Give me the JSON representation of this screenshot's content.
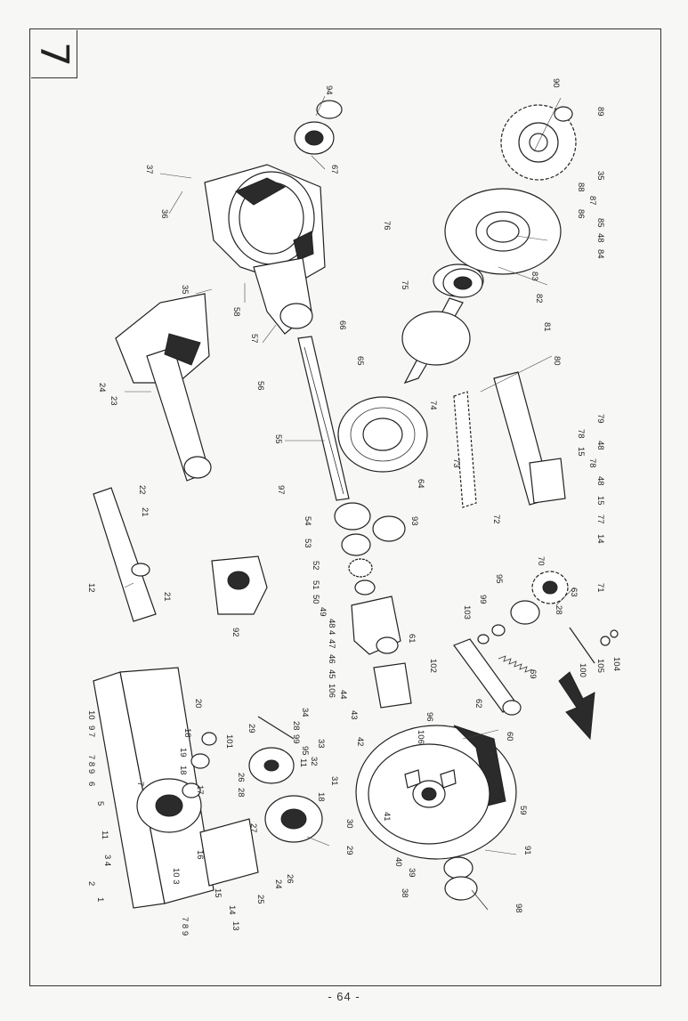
{
  "section": "7",
  "page_number": "- 64 -",
  "parts": {
    "p1": "1",
    "p2": "2",
    "p3": "3",
    "p4": "4",
    "p5": "5",
    "p6": "6",
    "p7": "7",
    "p7b": "7",
    "p8": "8",
    "p9": "9",
    "p10": "10",
    "p10_3": "10 3",
    "p11": "11",
    "p11b": "11",
    "p12": "12",
    "p13": "13",
    "p14": "14",
    "p14b": "14",
    "p15": "15",
    "p15b": "15",
    "p16": "16",
    "p17": "17",
    "p18": "18",
    "p18b": "18",
    "p18c": "18",
    "p19": "19",
    "p20": "20",
    "p21": "21",
    "p21b": "21",
    "p22": "22",
    "p23": "23",
    "p24": "24",
    "p24b": "24",
    "p25": "25",
    "p26": "26",
    "p26b": "26",
    "p27": "27",
    "p28": "28",
    "p28b": "28",
    "p28c": "28",
    "p29": "29",
    "p29b": "29",
    "p30": "30",
    "p31": "31",
    "p32": "32",
    "p33": "33",
    "p34": "34",
    "p35": "35",
    "p35b": "35",
    "p36": "36",
    "p37": "37",
    "p38": "38",
    "p39": "39",
    "p40": "40",
    "p41": "41",
    "p42": "42",
    "p43": "43",
    "p44": "44",
    "p45": "45",
    "p46": "46",
    "p47": "47",
    "p48": "48",
    "p48b": "48",
    "p48c": "48",
    "p49": "49",
    "p50": "50",
    "p51": "51",
    "p52": "52",
    "p53": "53",
    "p54": "54",
    "p55": "55",
    "p56": "56",
    "p57": "57",
    "p58": "58",
    "p59": "59",
    "p60": "60",
    "p61": "61",
    "p62": "62",
    "p63": "63",
    "p64": "64",
    "p65": "65",
    "p66": "66",
    "p67": "67",
    "p69": "69",
    "p70": "70",
    "p71": "71",
    "p72": "72",
    "p73": "73",
    "p74": "74",
    "p75": "75",
    "p76": "76",
    "p77": "77",
    "p78": "78",
    "p78b": "78",
    "p79": "79",
    "p80": "80",
    "p81": "81",
    "p82": "82",
    "p83": "83",
    "p84": "84",
    "p85": "85",
    "p86": "86",
    "p87": "87",
    "p88": "88",
    "p89": "89",
    "p90": "90",
    "p91": "91",
    "p92": "92",
    "p93": "93",
    "p94": "94",
    "p95": "95",
    "p95b": "95",
    "p96": "96",
    "p97": "97",
    "p98": "98",
    "p99": "99",
    "p99b": "99",
    "p100": "100",
    "p101": "101",
    "p102": "102",
    "p103": "103",
    "p104": "104",
    "p105": "105",
    "p106": "106",
    "p106b": "106",
    "p97_9": "9 7",
    "p78_9": "7 8 9",
    "p789b": "7 8 9",
    "p3_4": "3 4"
  }
}
